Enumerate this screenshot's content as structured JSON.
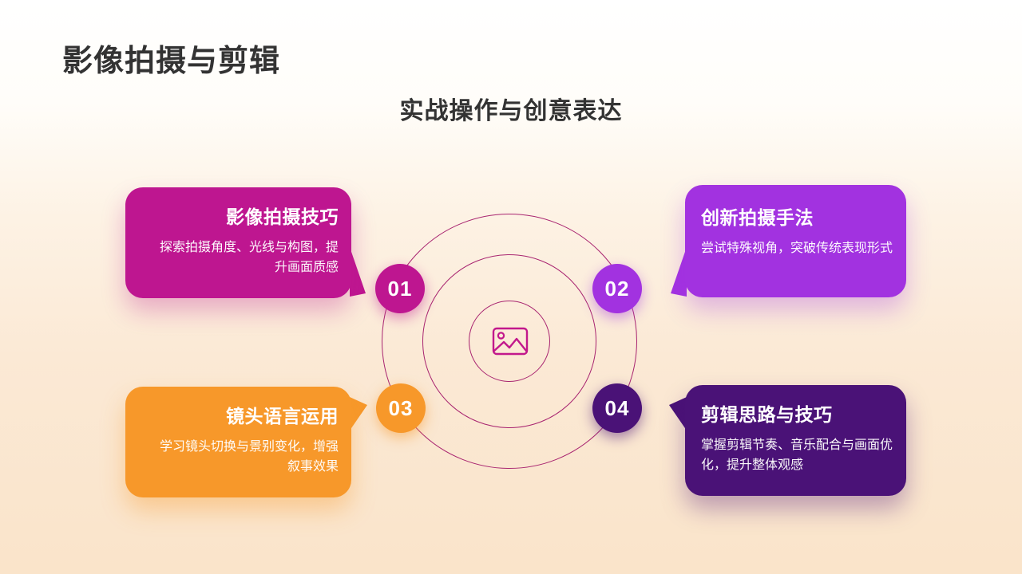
{
  "header": {
    "title": "影像拍摄与剪辑",
    "subtitle": "实战操作与创意表达"
  },
  "diagram": {
    "center_icon": "image-icon",
    "cards": [
      {
        "number": "01",
        "title": "影像拍摄技巧",
        "body": "探索拍摄角度、光线与构图，提升画面质感",
        "color": "#be1690",
        "position": "top-left"
      },
      {
        "number": "02",
        "title": "创新拍摄手法",
        "body": "尝试特殊视角，突破传统表现形式",
        "color": "#a232e0",
        "position": "top-right"
      },
      {
        "number": "03",
        "title": "镜头语言运用",
        "body": "学习镜头切换与景别变化，增强叙事效果",
        "color": "#f7982a",
        "position": "bottom-left"
      },
      {
        "number": "04",
        "title": "剪辑思路与技巧",
        "body": "掌握剪辑节奏、音乐配合与画面优化，提升整体观感",
        "color": "#4a1277",
        "position": "bottom-right"
      }
    ],
    "ring_color": "#a82470",
    "icon_color": "#c2188c"
  },
  "colors": {
    "background_top": "#ffffff",
    "background_bottom": "#fae4ca",
    "title_text": "#333333"
  }
}
